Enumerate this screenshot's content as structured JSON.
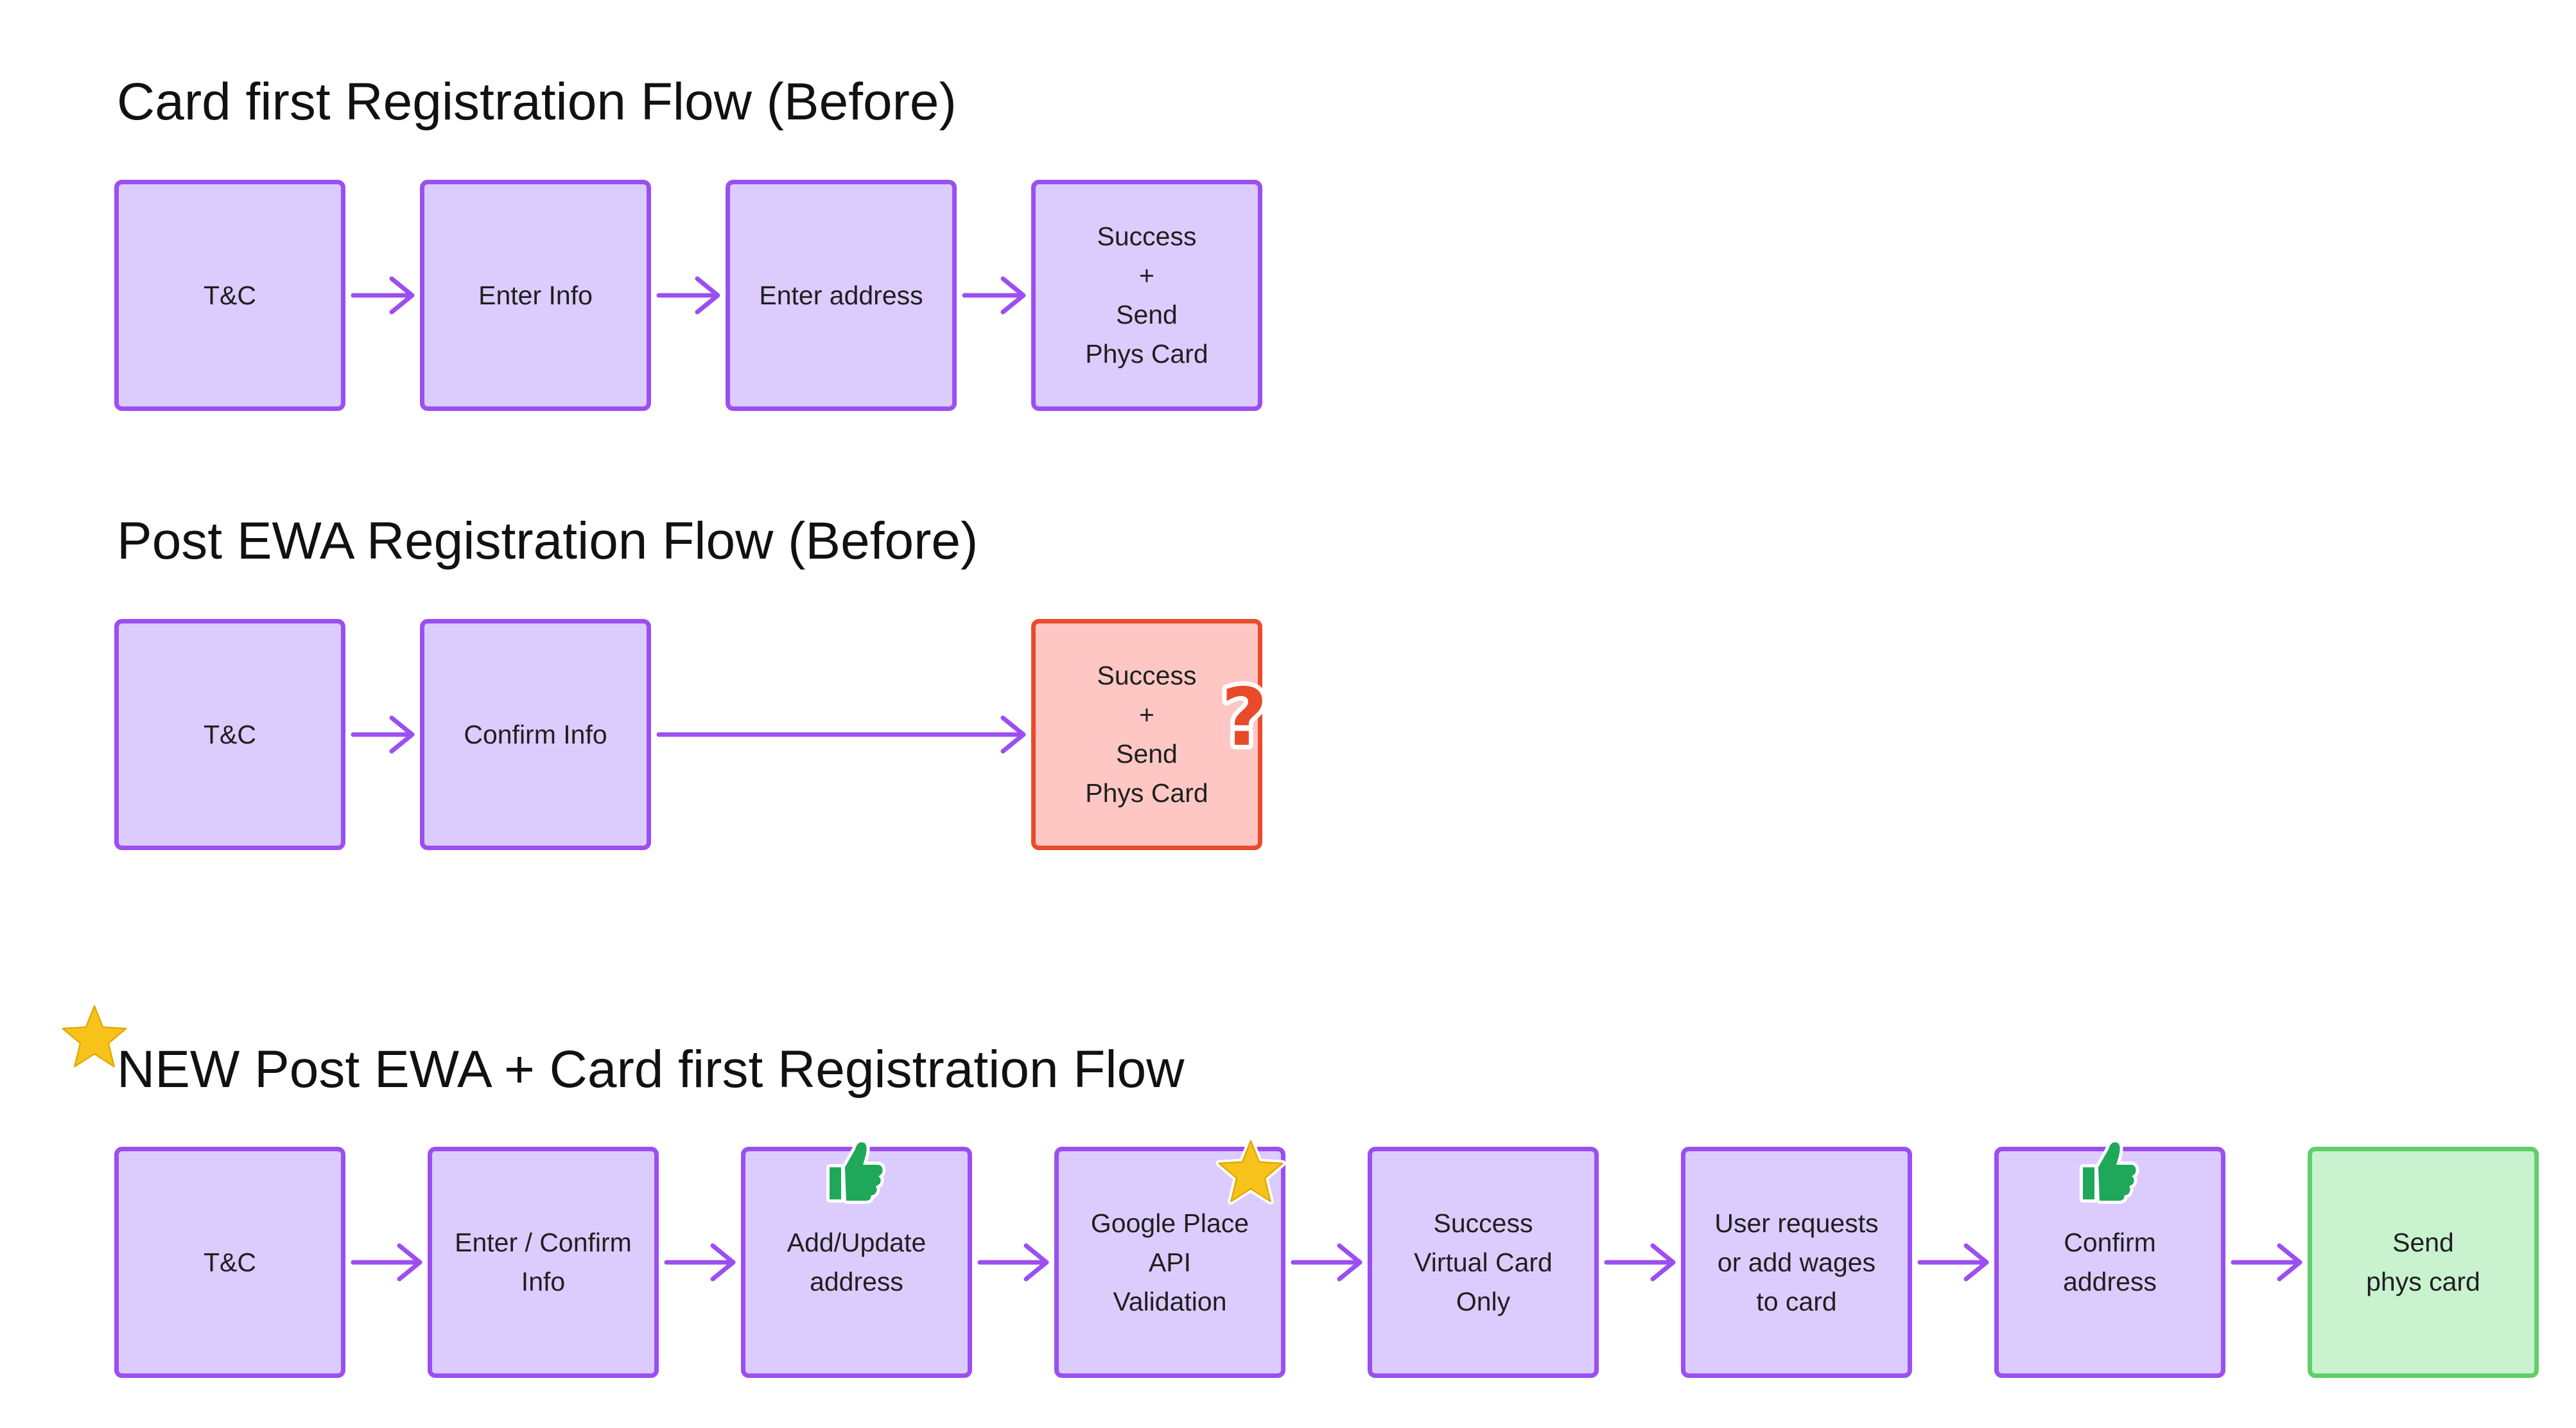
{
  "colors": {
    "node_fill": "#dccbfd",
    "node_border": "#9b4ff0",
    "error_fill": "#fec7c3",
    "error_border": "#ea4c2b",
    "done_fill": "#c9f2cf",
    "done_border": "#5fcf6a",
    "arrow": "#9b4ff0"
  },
  "flow1": {
    "title": "Card first Registration Flow (Before)",
    "steps": [
      {
        "lines": [
          "T&C"
        ]
      },
      {
        "lines": [
          "Enter Info"
        ]
      },
      {
        "lines": [
          "Enter address"
        ]
      },
      {
        "lines": [
          "Success",
          "+",
          "Send",
          "Phys Card"
        ]
      }
    ]
  },
  "flow2": {
    "title": "Post EWA Registration Flow (Before)",
    "steps": [
      {
        "lines": [
          "T&C"
        ]
      },
      {
        "lines": [
          "Confirm Info"
        ]
      },
      {
        "lines": [
          "Success",
          "+",
          "Send",
          "Phys Card"
        ],
        "status": "error",
        "sticker": "question-mark-icon"
      }
    ]
  },
  "flow3": {
    "title": "NEW Post EWA + Card first Registration Flow",
    "title_sticker": "star-icon",
    "steps": [
      {
        "lines": [
          "T&C"
        ]
      },
      {
        "lines": [
          "Enter / Confirm",
          "Info"
        ]
      },
      {
        "lines": [
          "Add/Update",
          "address"
        ],
        "sticker": "thumbs-up-icon"
      },
      {
        "lines": [
          "Google Place",
          "API",
          "Validation"
        ],
        "sticker": "star-icon"
      },
      {
        "lines": [
          "Success",
          "Virtual Card",
          "Only"
        ]
      },
      {
        "lines": [
          "User requests",
          "or add wages",
          "to card"
        ]
      },
      {
        "lines": [
          "Confirm",
          "address"
        ],
        "sticker": "thumbs-up-icon"
      },
      {
        "lines": [
          "Send",
          "phys card"
        ],
        "status": "done"
      }
    ]
  }
}
